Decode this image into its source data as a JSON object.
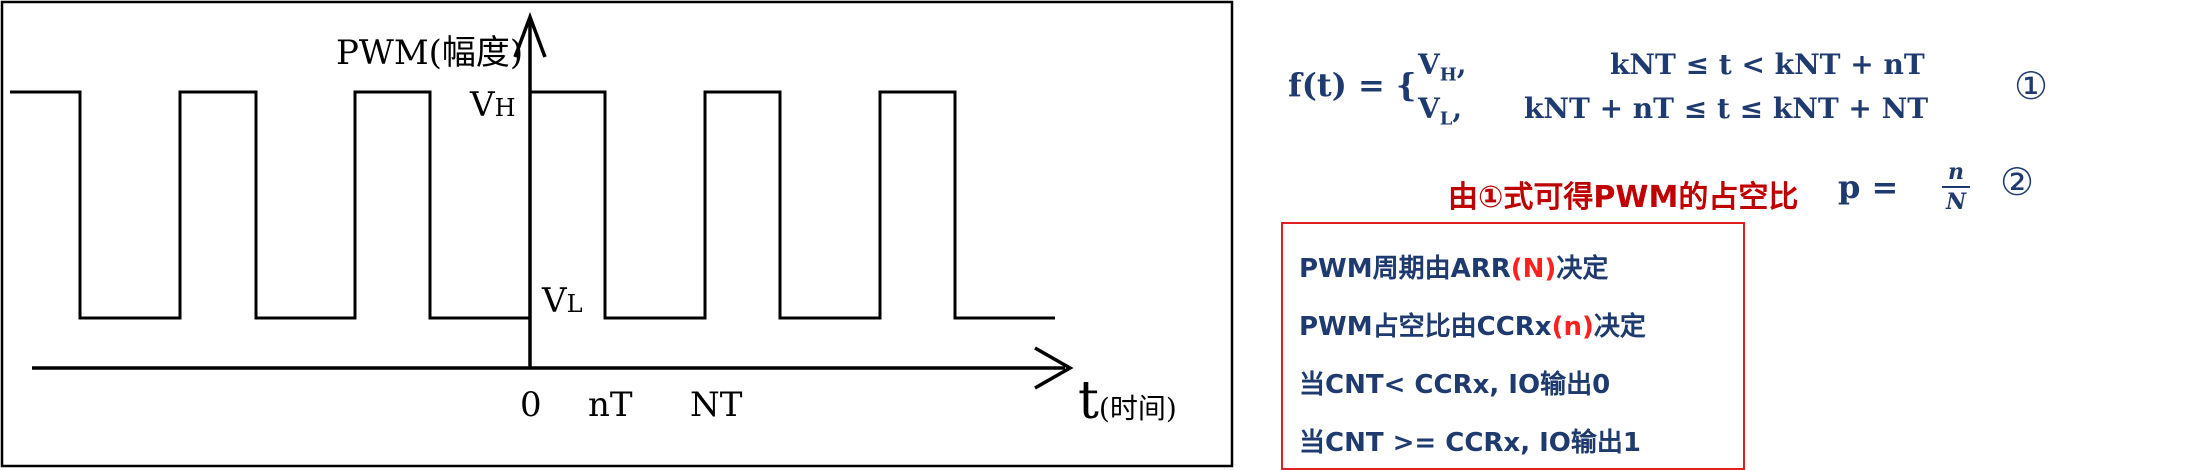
{
  "diagram": {
    "y_axis_label": "PWM(幅度)",
    "x_axis_label_t": "t",
    "x_axis_label_time": "(时间)",
    "v_high_label": "V",
    "v_high_sub": "H",
    "v_low_label": "V",
    "v_low_sub": "L",
    "tick_zero": "0",
    "tick_nT": "nT",
    "tick_NT": "NT"
  },
  "formula1": {
    "lhs": "f(t) = {",
    "case1_value": "V",
    "case1_sub": "H",
    "case1_cond": "kNT ≤ t < kNT + nT",
    "case2_value": "V",
    "case2_sub": "L",
    "case2_cond": "kNT + nT ≤ t ≤ kNT + NT",
    "marker": "①"
  },
  "note": "由①式可得PWM的占空比",
  "formula2": {
    "lhs": "p = ",
    "numerator": "n",
    "denominator": "N",
    "marker": "②"
  },
  "info": {
    "line1_prefix": "PWM周期由ARR",
    "line1_highlight": "(N)",
    "line1_suffix": "决定",
    "line2_prefix": "PWM占空比由CCRx",
    "line2_highlight": "(n)",
    "line2_suffix": "决定",
    "line3": "当CNT< CCRx, IO输出0",
    "line4": "当CNT >= CCRx, IO输出1"
  },
  "colors": {
    "navy": "#1f3a6e",
    "red_text": "#c00000",
    "red_border": "#e02020",
    "line": "#000000"
  }
}
